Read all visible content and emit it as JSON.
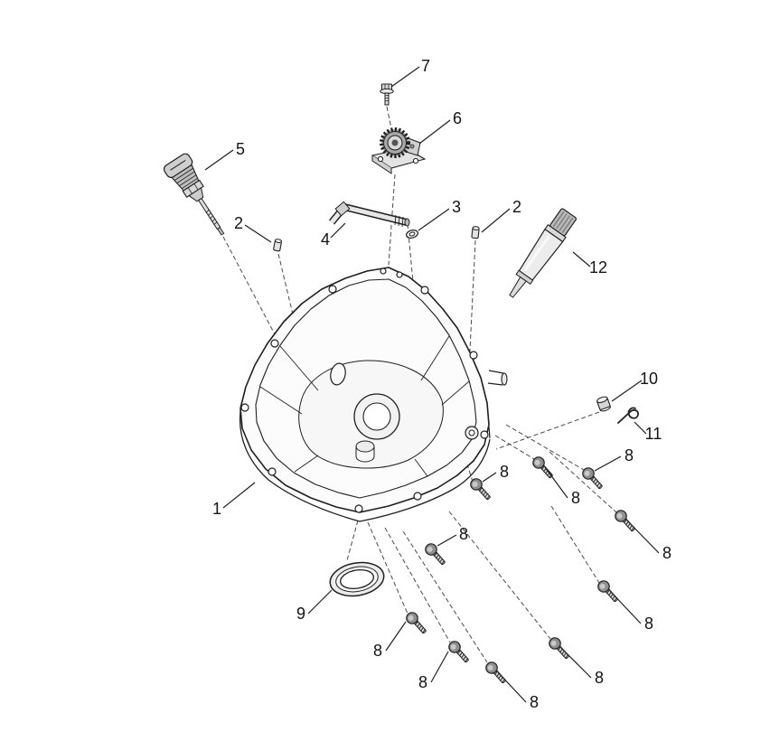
{
  "page": {
    "background_color": "#ffffff",
    "line_color": "#1f1f1f",
    "dashed_line_color": "#4a4a4a"
  },
  "diagram": {
    "type": "exploded-parts-diagram",
    "callouts": [
      {
        "ref": "7",
        "part": "mounting-screw-top"
      },
      {
        "ref": "6",
        "part": "oil-pump-assembly"
      },
      {
        "ref": "5",
        "part": "oil-dipstick"
      },
      {
        "ref": "2",
        "part": "dowel-pin-left"
      },
      {
        "ref": "4",
        "part": "oil-suction-pipe"
      },
      {
        "ref": "3",
        "part": "washer"
      },
      {
        "ref": "2",
        "part": "dowel-pin-right"
      },
      {
        "ref": "12",
        "part": "sealant-tube"
      },
      {
        "ref": "10",
        "part": "cap"
      },
      {
        "ref": "11",
        "part": "retaining-clip"
      },
      {
        "ref": "1",
        "part": "crankcase-oil-pan"
      },
      {
        "ref": "9",
        "part": "oil-seal-ring"
      },
      {
        "ref": "8",
        "part": "pan-head-screw-1"
      },
      {
        "ref": "8",
        "part": "pan-head-screw-2"
      },
      {
        "ref": "8",
        "part": "pan-head-screw-3"
      },
      {
        "ref": "8",
        "part": "pan-head-screw-4"
      },
      {
        "ref": "8",
        "part": "pan-head-screw-5"
      },
      {
        "ref": "8",
        "part": "pan-head-screw-6"
      },
      {
        "ref": "8",
        "part": "pan-head-screw-7"
      },
      {
        "ref": "8",
        "part": "pan-head-screw-8"
      },
      {
        "ref": "8",
        "part": "pan-head-screw-9"
      },
      {
        "ref": "8",
        "part": "pan-head-screw-10"
      }
    ]
  }
}
